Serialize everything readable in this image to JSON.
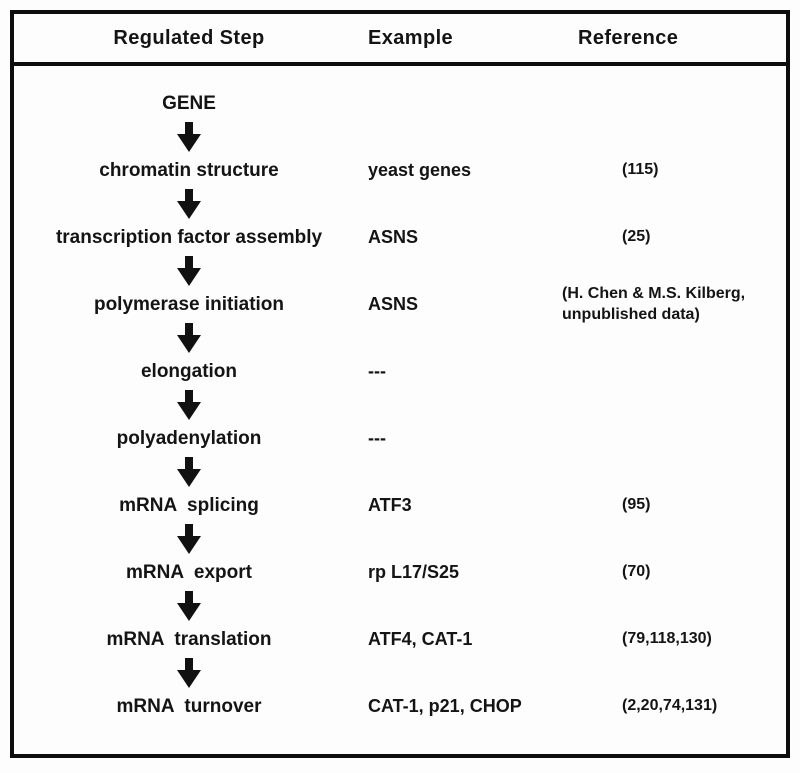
{
  "figure": {
    "headers": {
      "step": "Regulated Step",
      "example": "Example",
      "reference": "Reference"
    },
    "start_node": "GENE",
    "rows": [
      {
        "step": "chromatin structure",
        "example": "yeast genes",
        "reference": "(115)"
      },
      {
        "step": "transcription factor assembly",
        "example": "ASNS",
        "reference": "(25)"
      },
      {
        "step": "polymerase initiation",
        "example": "ASNS",
        "reference": "(H. Chen & M.S. Kilberg,\nunpublished data)"
      },
      {
        "step": "elongation",
        "example": "---",
        "reference": ""
      },
      {
        "step": "polyadenylation",
        "example": "---",
        "reference": ""
      },
      {
        "step": "mRNA  splicing",
        "example": "ATF3",
        "reference": "(95)"
      },
      {
        "step": "mRNA  export",
        "example": "rp L17/S25",
        "reference": "(70)"
      },
      {
        "step": "mRNA  translation",
        "example": "ATF4, CAT-1",
        "reference": "(79,118,130)"
      },
      {
        "step": "mRNA  turnover",
        "example": "CAT-1, p21, CHOP",
        "reference": "(2,20,74,131)"
      }
    ],
    "icons": {
      "between_steps": "down-arrow"
    },
    "colors": {
      "background": "#fdfdfd",
      "border": "#0d0d0d",
      "text": "#141414",
      "arrow": "#111111"
    }
  }
}
